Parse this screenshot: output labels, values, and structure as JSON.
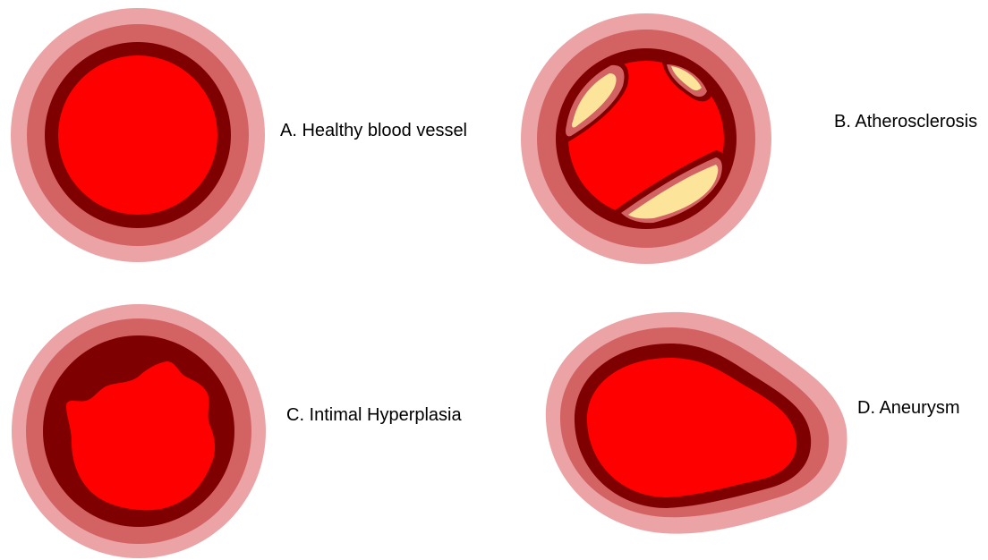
{
  "colors": {
    "adventitia": "#eba3a5",
    "media": "#d36263",
    "intima": "#7f0000",
    "lumen": "#ff0000",
    "plaque": "#fde49b",
    "plaque_rim": "#d36263"
  },
  "panels": [
    {
      "id": "A",
      "label": "A. Healthy blood vessel"
    },
    {
      "id": "B",
      "label": "B. Atherosclerosis"
    },
    {
      "id": "C",
      "label": "C. Intimal Hyperplasia"
    },
    {
      "id": "D",
      "label": "D. Aneurysm"
    }
  ]
}
